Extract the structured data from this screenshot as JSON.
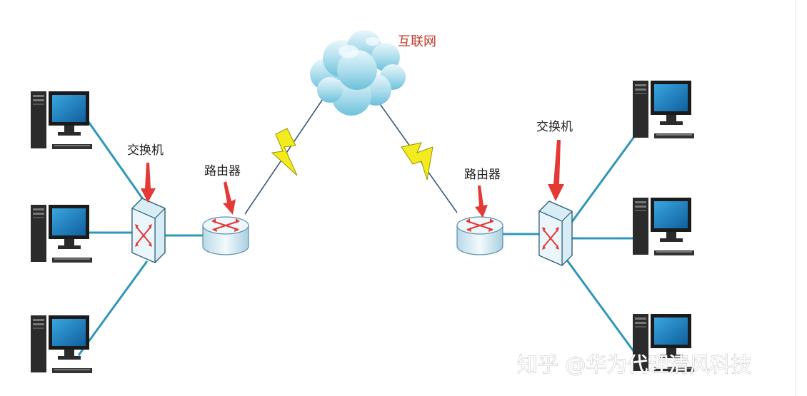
{
  "labels": {
    "internet": "互联网",
    "switch_left": "交换机",
    "switch_right": "交换机",
    "router_left": "路由器",
    "router_right": "路由器"
  },
  "watermark": "知乎 @华为代理清风科技",
  "colors": {
    "link": "#2f97b8",
    "wan_link": "#3a5a78",
    "lightning_fill": "#f2ec1e",
    "lightning_stroke": "#9a9400",
    "pointer_arrow": "#e53935",
    "label_red": "#c0392b",
    "monitor_screen": "#1e88c8",
    "device_body": "#dfeef6"
  }
}
